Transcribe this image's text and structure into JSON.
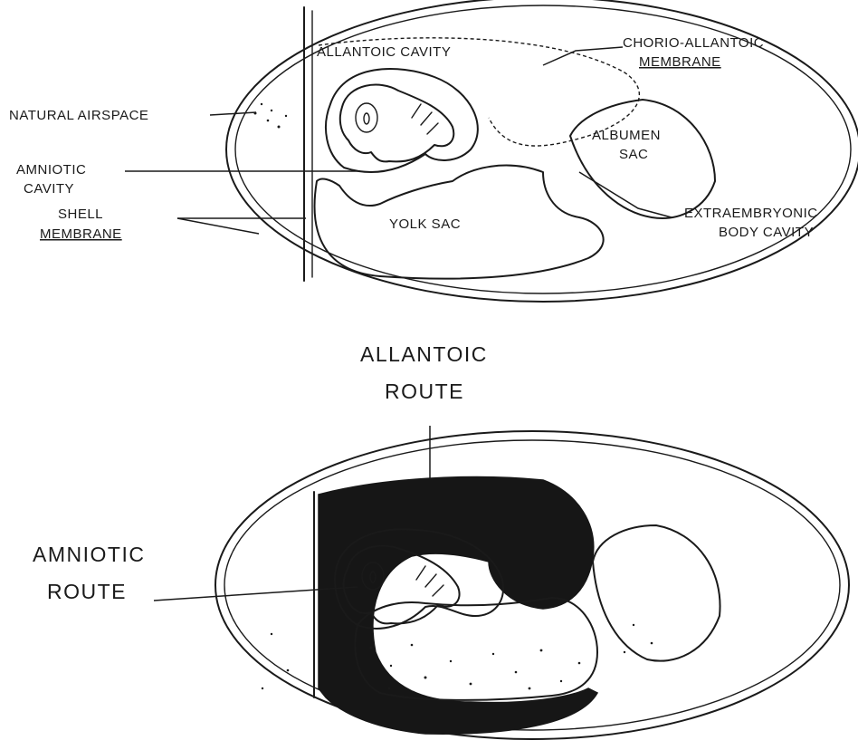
{
  "top_diagram": {
    "labels": {
      "allantoic_cavity": "ALLANTOIC CAVITY",
      "chorio_allantoic_line1": "CHORIO-ALLANTOIC",
      "chorio_allantoic_line2": "MEMBRANE",
      "natural_airspace": "NATURAL AIRSPACE",
      "amniotic_cavity_line1": "AMNIOTIC",
      "amniotic_cavity_line2": "CAVITY",
      "shell_membrane_line1": "SHELL",
      "shell_membrane_line2": "MEMBRANE",
      "albumen_sac_line1": "ALBUMEN",
      "albumen_sac_line2": "SAC",
      "yolk_sac": "YOLK SAC",
      "extraembryonic_line1": "EXTRAEMBRYONIC",
      "extraembryonic_line2": "BODY CAVITY"
    }
  },
  "bottom_diagram": {
    "labels": {
      "allantoic_route_line1": "ALLANTOIC",
      "allantoic_route_line2": "ROUTE",
      "amniotic_route_line1": "AMNIOTIC",
      "amniotic_route_line2": "ROUTE"
    }
  }
}
